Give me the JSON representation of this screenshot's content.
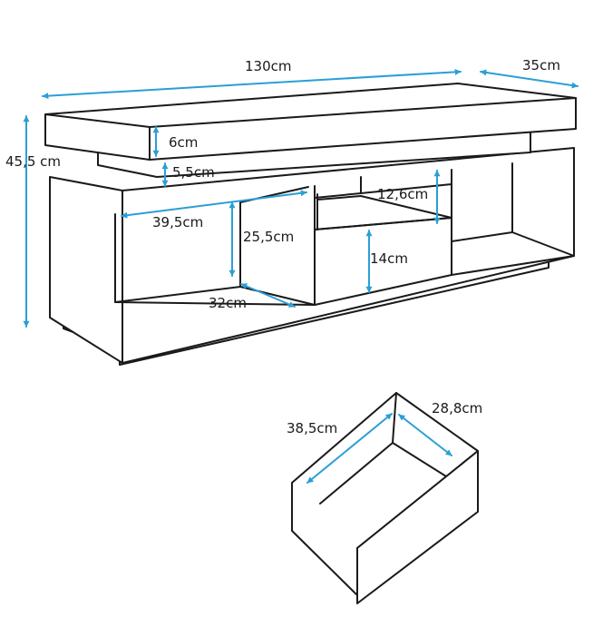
{
  "colors": {
    "dimension_line": "#2a9fd6",
    "outline": "#1a1a1a",
    "background": "#ffffff"
  },
  "dimensions": {
    "width": "130cm",
    "depth": "35cm",
    "height": "45,5 cm",
    "top_thickness": "6cm",
    "gap": "5,5cm",
    "shelf_height_center": "12,6cm",
    "compartment_width": "39,5cm",
    "compartment_height": "25,5cm",
    "compartment_depth": "32cm",
    "drawer_front_height": "14cm",
    "drawer_width": "38,5cm",
    "drawer_depth": "28,8cm"
  }
}
